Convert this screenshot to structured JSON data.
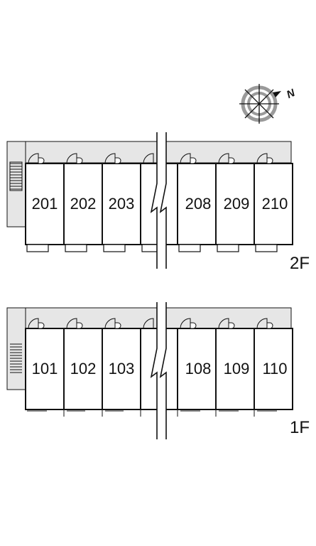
{
  "floors": [
    {
      "label": "2F",
      "rooms": [
        "201",
        "202",
        "203",
        "208",
        "209",
        "210"
      ]
    },
    {
      "label": "1F",
      "rooms": [
        "101",
        "102",
        "103",
        "108",
        "109",
        "110"
      ]
    }
  ],
  "compass": {
    "north_label": "N"
  },
  "colors": {
    "walkway": "#e6e6e6",
    "wall": "#111111",
    "compass_ring": "#9a9a9a"
  }
}
